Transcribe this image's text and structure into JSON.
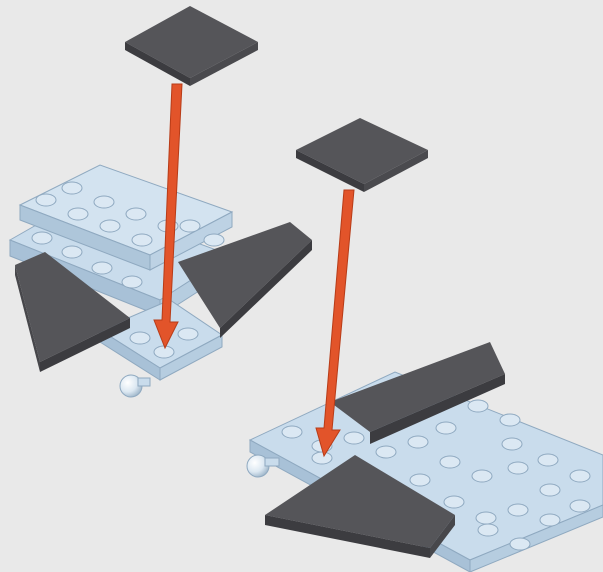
{
  "scene": {
    "kind": "LEGO building instruction step",
    "steps": [
      {
        "id": "left-assembly",
        "part": "dark-gray-tile-2x2",
        "action": "place-on-stud"
      },
      {
        "id": "right-assembly",
        "part": "dark-gray-tile-2x2",
        "action": "place-on-stud"
      }
    ]
  },
  "colors": {
    "background": "#e9e9e9",
    "plate_light_blue": "#c9dcec",
    "plate_light_blue_side": "#a8c1d7",
    "plate_edge": "#8fa9c0",
    "dark_gray_top": "#555559",
    "dark_gray_side": "#3c3c40",
    "arrow": "#e2542a",
    "arrow_edge": "#b83c18"
  },
  "icons": [
    "arrow-down-icon",
    "tile-icon",
    "wedge-plate-icon",
    "ball-joint-icon"
  ]
}
